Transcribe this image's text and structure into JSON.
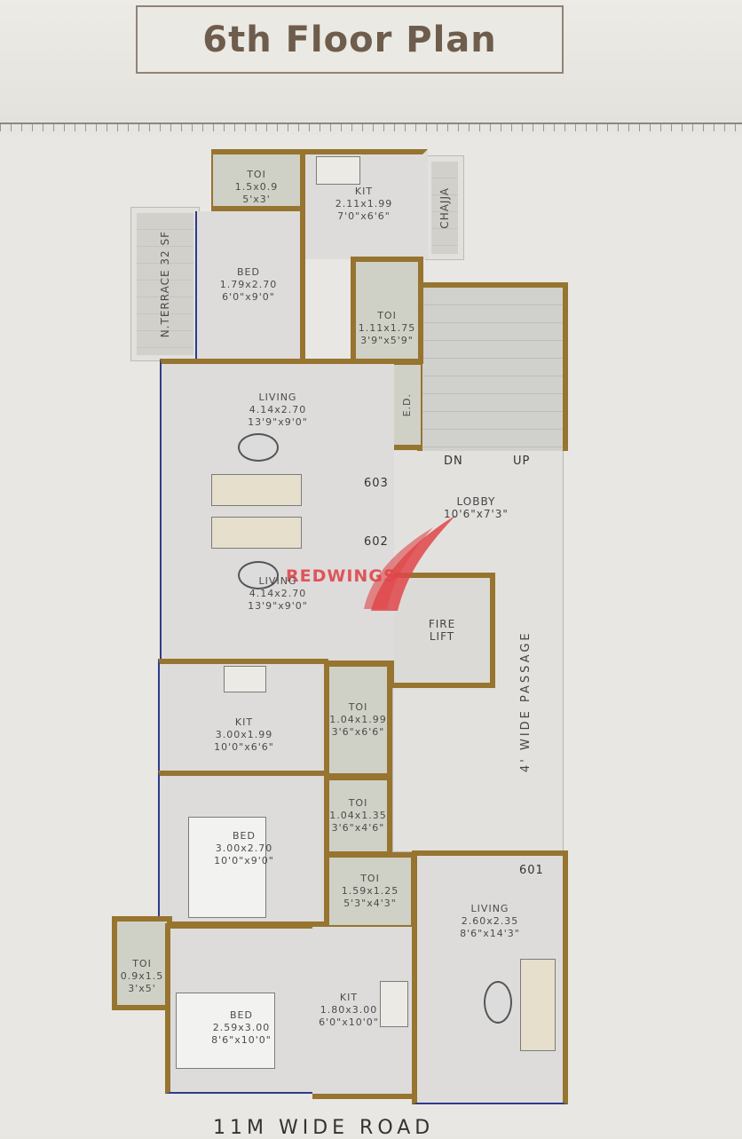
{
  "header": {
    "title": "6th Floor Plan"
  },
  "plan": {
    "terrace": {
      "label": "N.TERRACE",
      "area": "32 SF"
    },
    "chajja": "CHAJJA",
    "ed": "E.D.",
    "stairs": {
      "down": "DN",
      "up": "UP"
    },
    "lobby": {
      "label": "LOBBY",
      "size": "10'6\"x7'3\""
    },
    "fire_lift": {
      "line1": "FIRE",
      "line2": "LIFT"
    },
    "passage": "4' WIDE PASSAGE",
    "road": "11M WIDE ROAD",
    "watermark": "REDWINGS",
    "flats": [
      "603",
      "602",
      "601"
    ],
    "rooms": [
      {
        "label": "TOI",
        "metric": "1.5x0.9",
        "imperial": "5'x3'"
      },
      {
        "label": "KIT",
        "metric": "2.11x1.99",
        "imperial": "7'0\"x6'6\""
      },
      {
        "label": "BED",
        "metric": "1.79x2.70",
        "imperial": "6'0\"x9'0\""
      },
      {
        "label": "TOI",
        "metric": "1.11x1.75",
        "imperial": "3'9\"x5'9\""
      },
      {
        "label": "LIVING",
        "metric": "4.14x2.70",
        "imperial": "13'9\"x9'0\""
      },
      {
        "label": "LIVING",
        "metric": "4.14x2.70",
        "imperial": "13'9\"x9'0\""
      },
      {
        "label": "KIT",
        "metric": "3.00x1.99",
        "imperial": "10'0\"x6'6\""
      },
      {
        "label": "TOI",
        "metric": "1.04x1.99",
        "imperial": "3'6\"x6'6\""
      },
      {
        "label": "BED",
        "metric": "3.00x2.70",
        "imperial": "10'0\"x9'0\""
      },
      {
        "label": "TOI",
        "metric": "1.04x1.35",
        "imperial": "3'6\"x4'6\""
      },
      {
        "label": "TOI",
        "metric": "1.59x1.25",
        "imperial": "5'3\"x4'3\""
      },
      {
        "label": "LIVING",
        "metric": "2.60x2.35",
        "imperial": "8'6\"x14'3\""
      },
      {
        "label": "TOI",
        "metric": "0.9x1.5",
        "imperial": "3'x5'"
      },
      {
        "label": "BED",
        "metric": "2.59x3.00",
        "imperial": "8'6\"x10'0\""
      },
      {
        "label": "KIT",
        "metric": "1.80x3.00",
        "imperial": "6'0\"x10'0\""
      }
    ]
  }
}
